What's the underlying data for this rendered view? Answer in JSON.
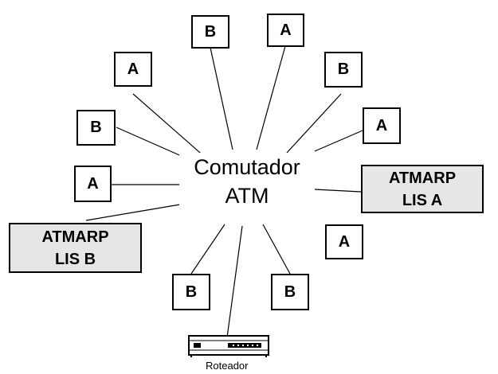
{
  "switch": {
    "line1": "Comutador",
    "line2": "ATM"
  },
  "nodes": {
    "b_top": "B",
    "a_top": "A",
    "a_upper_left": "A",
    "b_upper_right": "B",
    "b_left": "B",
    "a_right": "A",
    "a_left": "A",
    "a_lower_right": "A",
    "b_bottom_left": "B",
    "b_bottom_right": "B"
  },
  "servers": {
    "lis_a": {
      "line1": "ATMARP",
      "line2": "LIS A"
    },
    "lis_b": {
      "line1": "ATMARP",
      "line2": "LIS B"
    }
  },
  "router": {
    "label": "Roteador"
  }
}
